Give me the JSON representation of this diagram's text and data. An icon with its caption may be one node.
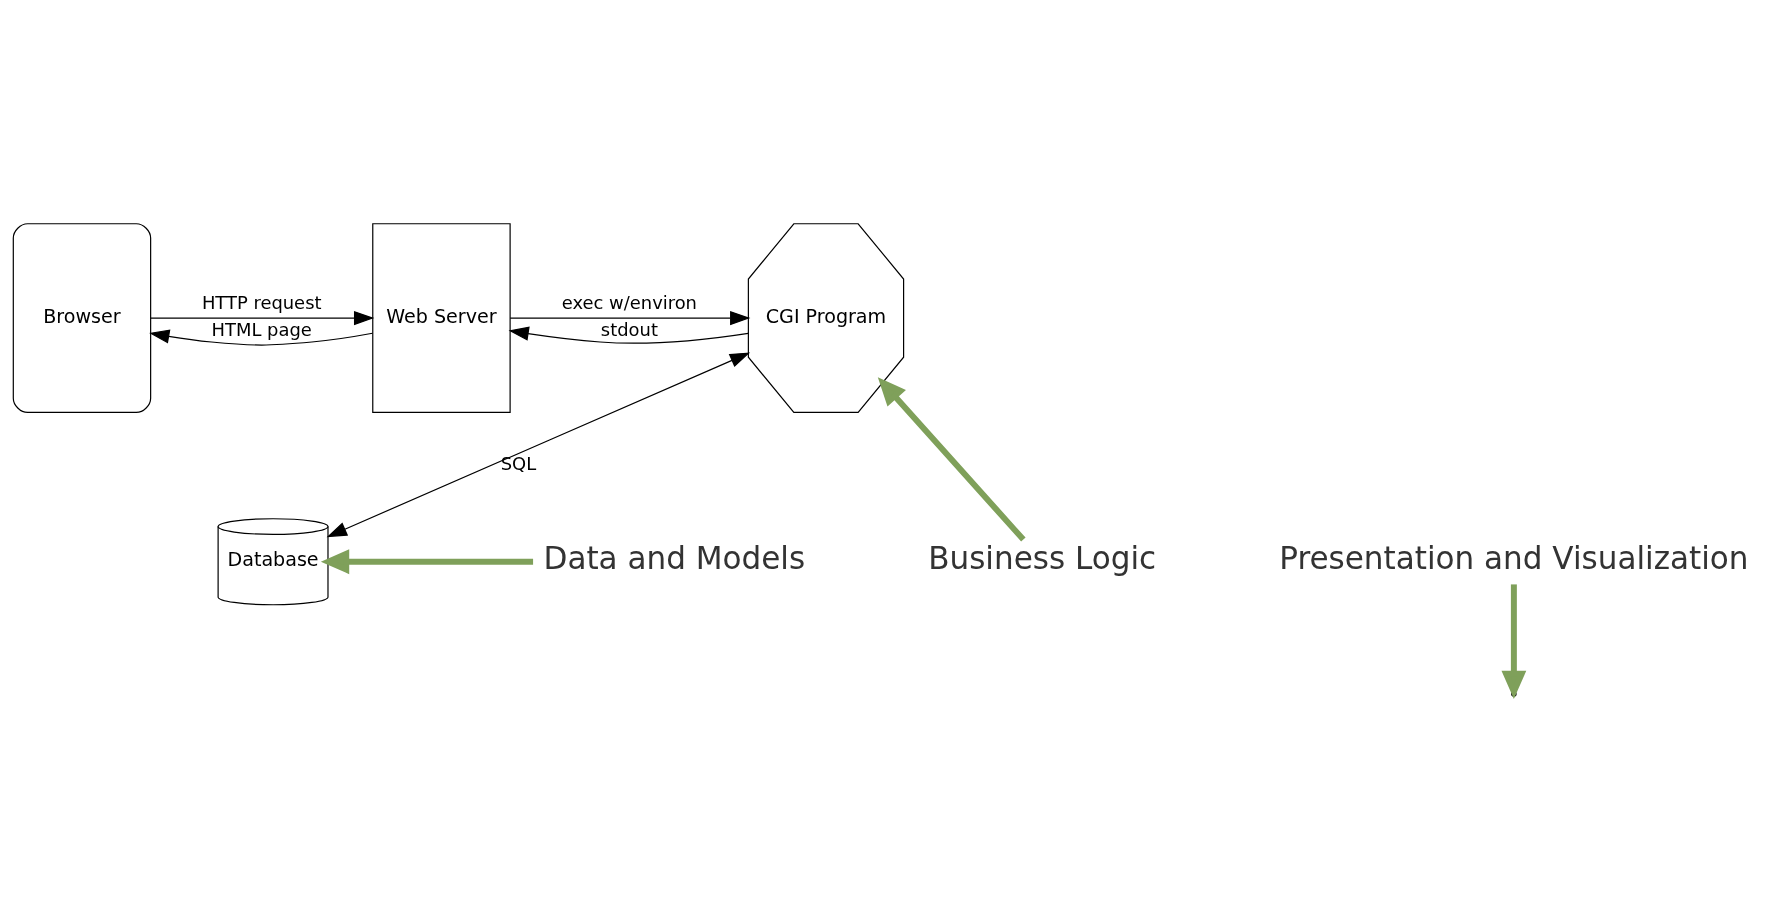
{
  "diagram": {
    "nodes": [
      {
        "text": [
          "Browser"
        ]
      },
      {
        "text": [
          "Web Server"
        ]
      },
      {
        "text": [
          "CGI Program"
        ]
      },
      {
        "text": [
          "Database"
        ]
      },
      {
        "text": [
          "Presentation and Visualization"
        ]
      },
      {
        "text": [
          "Business Logic"
        ]
      },
      {
        "text": [
          "Data and Models"
        ]
      }
    ],
    "edges": [
      {
        "from": 0,
        "to": 1,
        "arrow": "to",
        "label": "HTTP request"
      },
      {
        "from": 1,
        "to": 0,
        "arrow": "to",
        "label": "HTML page"
      },
      {
        "from": 1,
        "to": 2,
        "arrow": "to",
        "label": "exec w/environ"
      },
      {
        "from": 2,
        "to": 1,
        "arrow": "to",
        "label": "stdout"
      },
      {
        "from": 2,
        "to": 3,
        "arrow": "both",
        "label": "SQL"
      },
      {
        "from": 4,
        "to": null,
        "arrow": "to",
        "style": "thick",
        "color": "#7fa05a"
      },
      {
        "from": 5,
        "to": 2,
        "arrow": "to",
        "style": "thick",
        "color": "#7fa05a"
      },
      {
        "from": 6,
        "to": 3,
        "arrow": "to",
        "style": "thick",
        "color": "#7fa05a"
      }
    ]
  }
}
